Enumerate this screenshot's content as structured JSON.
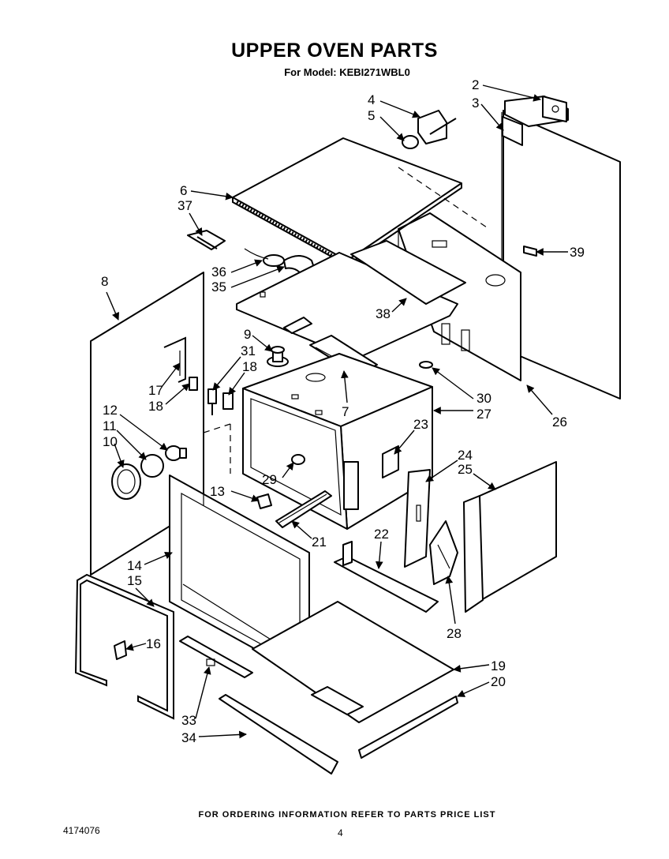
{
  "header": {
    "title": "UPPER OVEN PARTS",
    "model": "For Model: KEBI271WBL0"
  },
  "footer": {
    "ordering_note": "FOR ORDERING INFORMATION REFER TO PARTS PRICE LIST",
    "document_number": "4174076",
    "page_number": "4"
  },
  "callouts": [
    "2",
    "3",
    "4",
    "5",
    "6",
    "37",
    "36",
    "35",
    "8",
    "9",
    "31",
    "18",
    "17",
    "18",
    "39",
    "38",
    "7",
    "30",
    "27",
    "26",
    "12",
    "11",
    "10",
    "23",
    "29",
    "24",
    "25",
    "13",
    "21",
    "22",
    "14",
    "15",
    "16",
    "28",
    "19",
    "20",
    "33",
    "34"
  ]
}
